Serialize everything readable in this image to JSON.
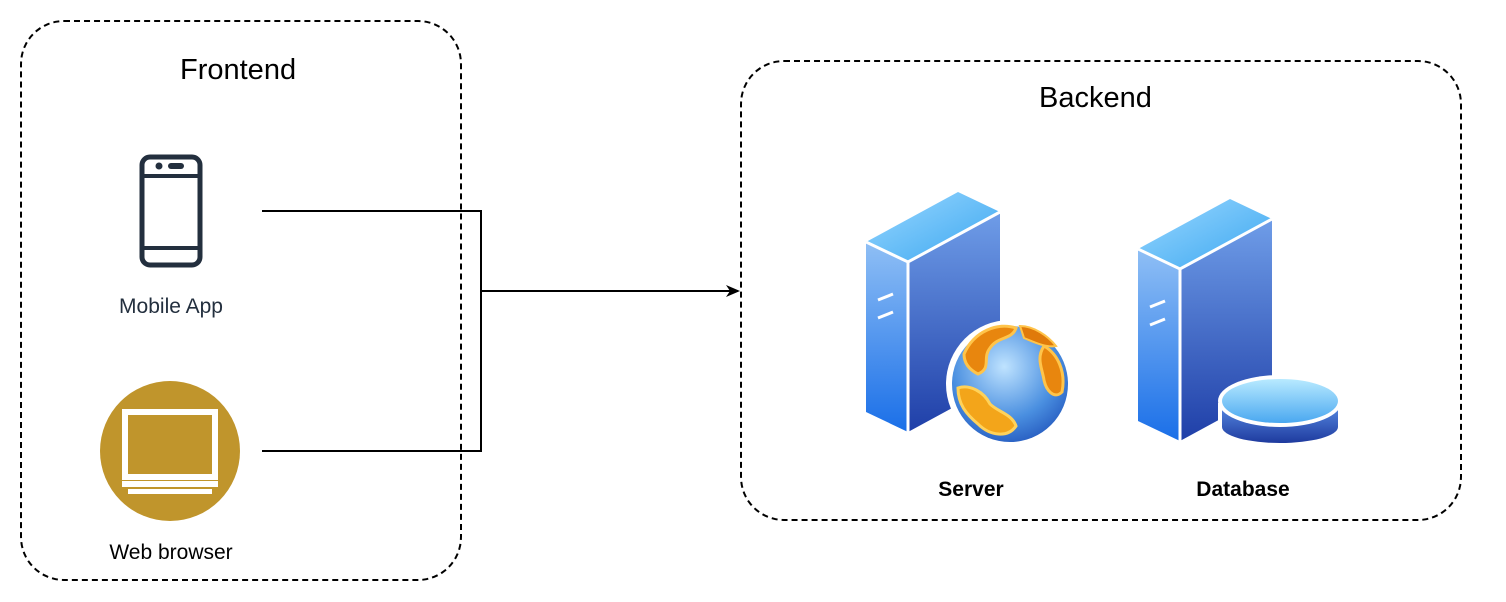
{
  "groups": {
    "frontend": {
      "title": "Frontend"
    },
    "backend": {
      "title": "Backend"
    }
  },
  "nodes": {
    "mobile_app": {
      "label": "Mobile App",
      "icon": "mobile-phone-icon",
      "color": "#232f3e"
    },
    "web_browser": {
      "label": "Web browser",
      "icon": "monitor-icon",
      "color": "#c0952c"
    },
    "server": {
      "label": "Server",
      "icon": "web-server-icon"
    },
    "database": {
      "label": "Database",
      "icon": "database-server-icon"
    }
  },
  "edges": [
    {
      "from": "mobile_app",
      "to": "backend"
    },
    {
      "from": "web_browser",
      "to": "backend"
    }
  ]
}
